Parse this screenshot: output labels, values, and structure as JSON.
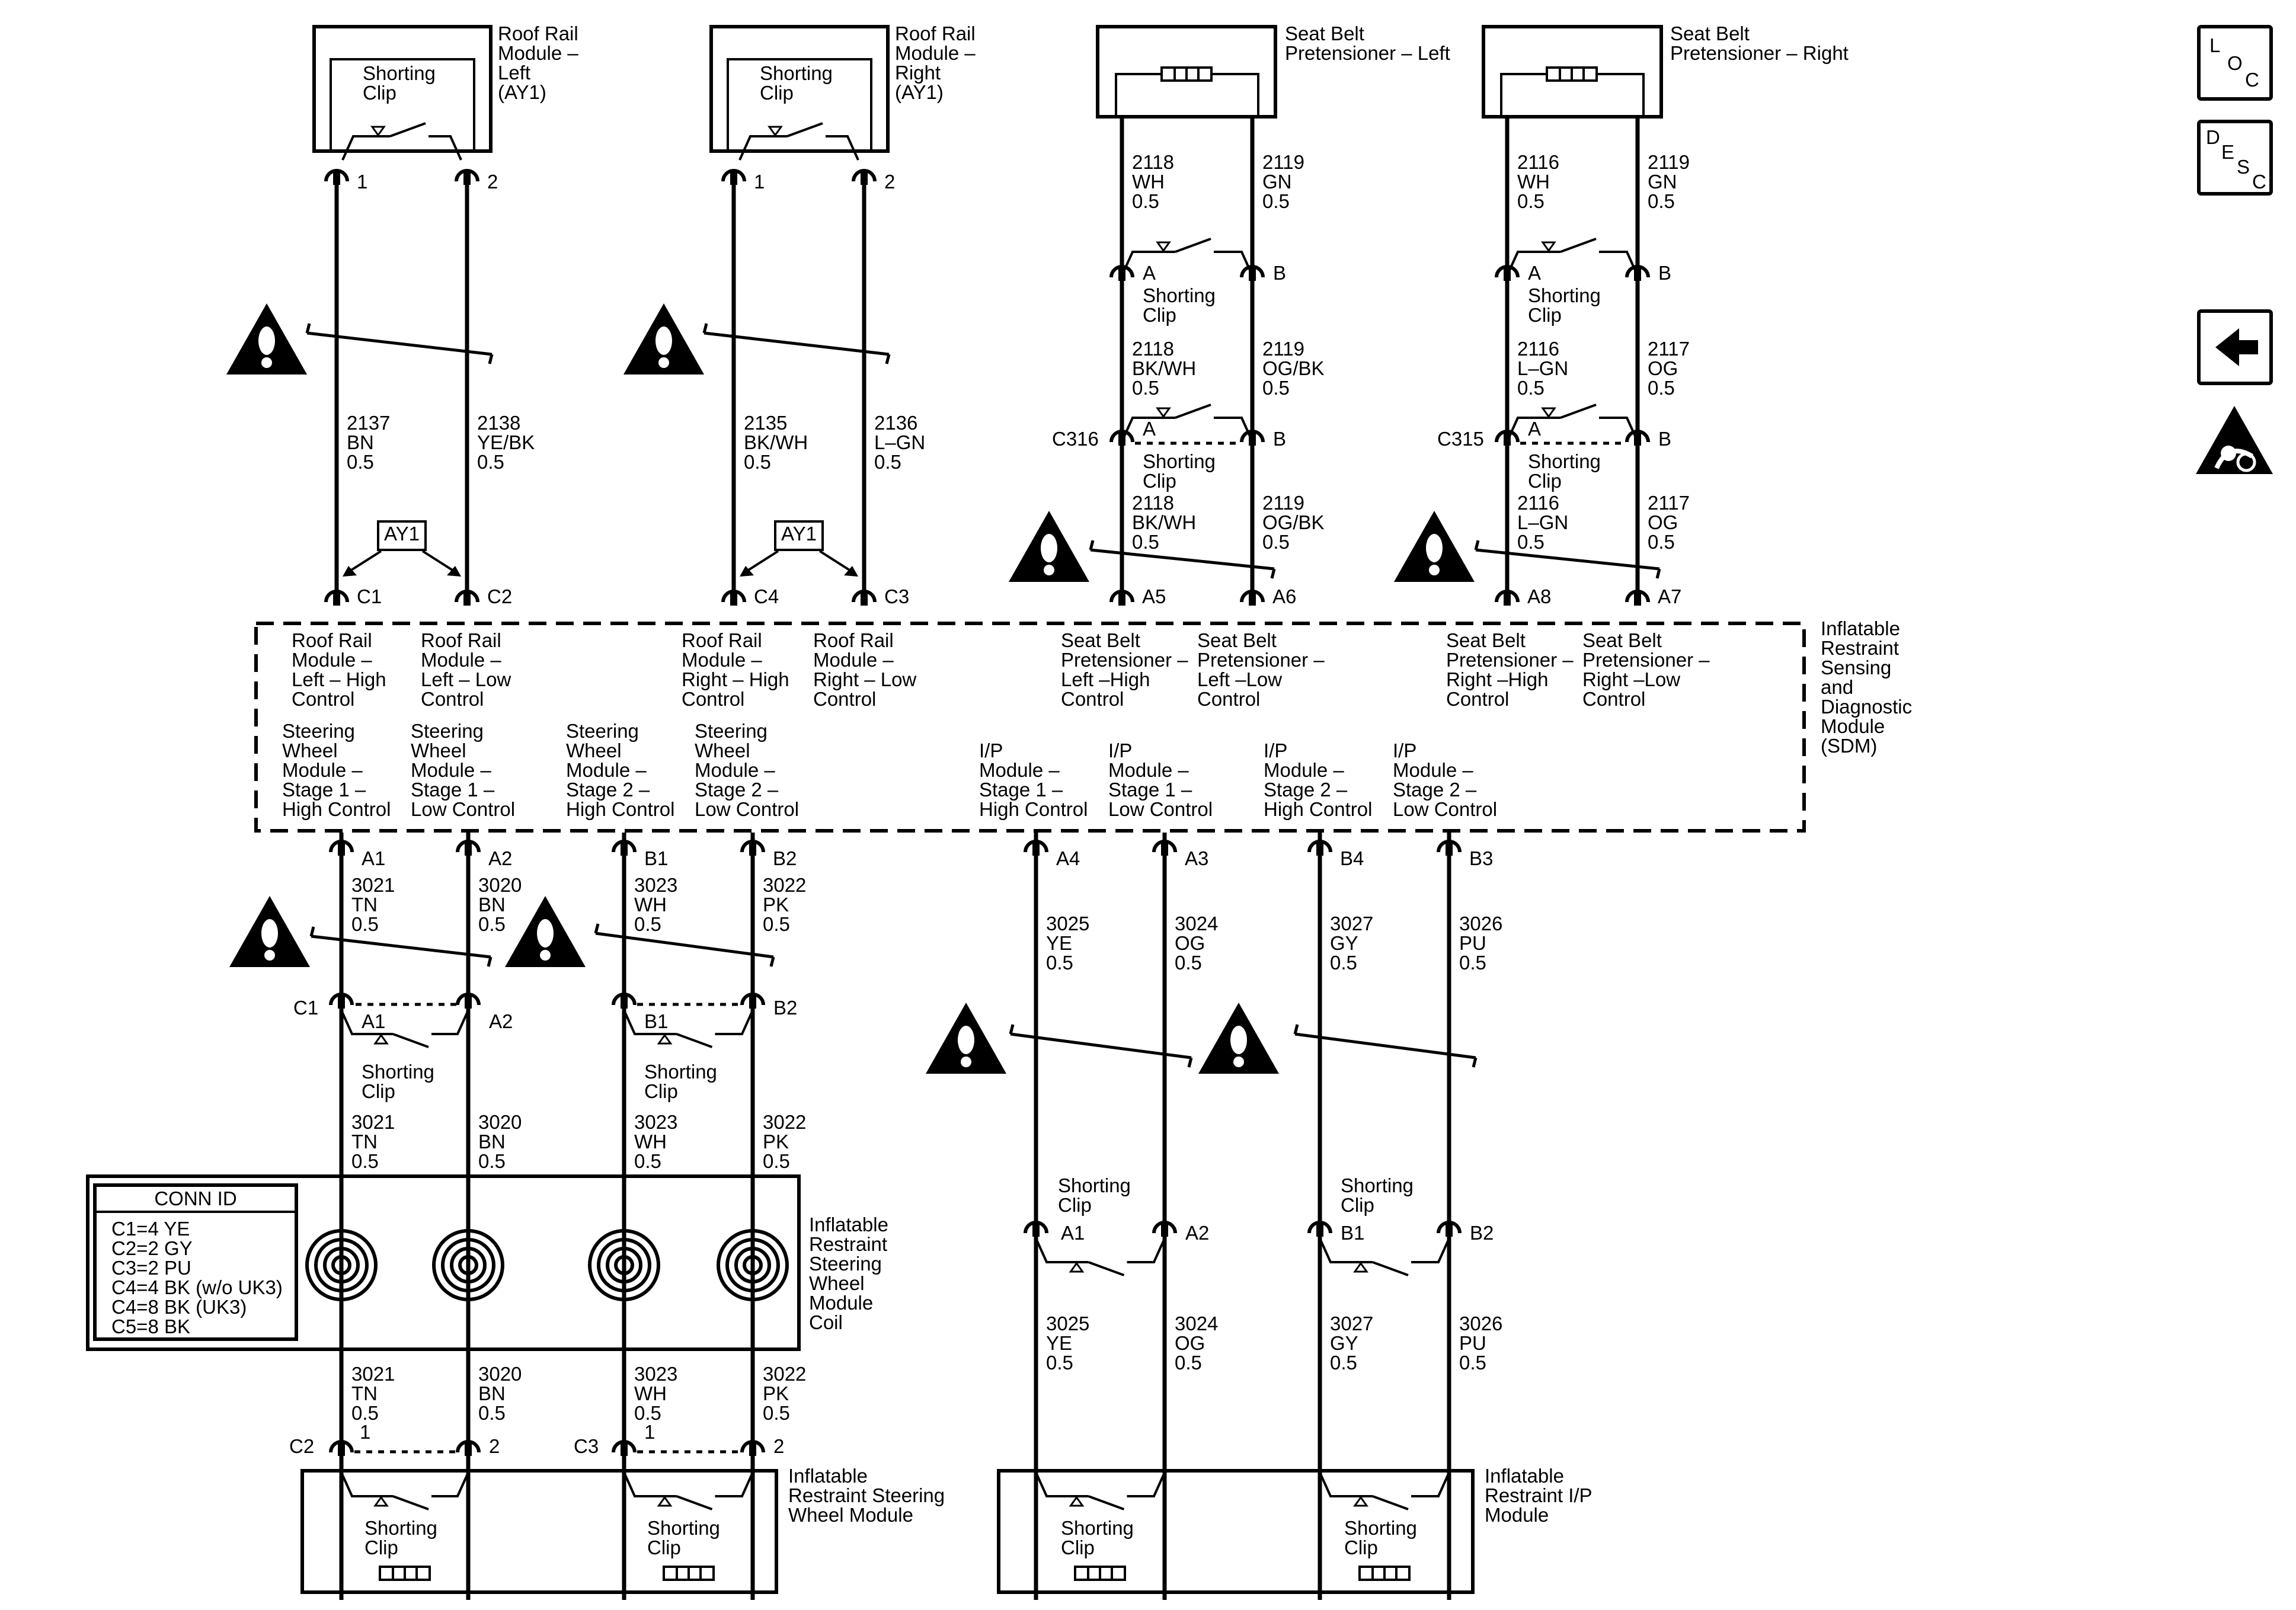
{
  "nav": {
    "loc": [
      "L",
      "O",
      "C"
    ],
    "desc": [
      "D",
      "E",
      "S",
      "C"
    ]
  },
  "comp": {
    "rr_left": "Roof Rail|Module –|Left|(AY1)",
    "rr_right": "Roof Rail|Module –|Right|(AY1)",
    "sb_left": "Seat Belt|Pretensioner – Left",
    "sb_right": "Seat Belt|Pretensioner – Right",
    "sdm": "Inflatable|Restraint|Sensing|and|Diagnostic|Module|(SDM)",
    "coil": "Inflatable|Restraint|Steering|Wheel|Module|Coil",
    "sw_module": "Inflatable|Restraint Steering|Wheel Module",
    "ip_module": "Inflatable|Restraint I/P|Module"
  },
  "shorting_clip": "Shorting|Clip",
  "conn": {
    "ay1": "AY1",
    "c316": "C316",
    "c315": "C315"
  },
  "conn_id": {
    "title": "CONN ID",
    "lines": [
      "C1=4 YE",
      "C2=2 GY",
      "C3=2 PU",
      "C4=4 BK (w/o UK3)",
      "C4=8 BK (UK3)",
      "C5=8 BK"
    ]
  },
  "sdm_labels": [
    "Roof Rail|Module –|Left – High|Control",
    "Roof Rail|Module –|Left – Low|Control",
    "Roof Rail|Module –|Right – High|Control",
    "Roof Rail|Module –|Right – Low|Control",
    "Seat Belt|Pretensioner –|Left –High|Control",
    "Seat Belt|Pretensioner –|Left –Low|Control",
    "Seat Belt|Pretensioner –|Right –High|Control",
    "Seat Belt|Pretensioner –|Right –Low|Control",
    "Steering|Wheel|Module –|Stage 1 –|High Control",
    "Steering|Wheel|Module –|Stage 1 –|Low Control",
    "Steering|Wheel|Module –|Stage 2 –|High Control",
    "Steering|Wheel|Module –|Stage 2 –|Low Control",
    "I/P|Module –|Stage 1 –|High Control",
    "I/P|Module –|Stage 1 –|Low Control",
    "I/P|Module –|Stage 2 –|High Control",
    "I/P|Module –|Stage 2 –|Low Control"
  ],
  "pins": {
    "rr_l1": "1",
    "rr_l2": "2",
    "rr_r1": "1",
    "rr_r2": "2",
    "sdm_c1": "C1",
    "sdm_c2": "C2",
    "sdm_c4": "C4",
    "sdm_c3": "C3",
    "sdm_a5": "A5",
    "sdm_a6": "A6",
    "sdm_a8": "A8",
    "sdm_a7": "A7",
    "sdm_a1": "A1",
    "sdm_a2": "A2",
    "sdm_b1": "B1",
    "sdm_b2": "B2",
    "sdm_a4": "A4",
    "sdm_a3": "A3",
    "sdm_b4": "B4",
    "sdm_b3": "B3",
    "sbl_a": "A",
    "sbl_b": "B",
    "sbr_a": "A",
    "sbr_b": "B",
    "c316_a": "A",
    "c316_b": "B",
    "c315_a": "A",
    "c315_b": "B",
    "c1": "C1",
    "c1_a1": "A1",
    "c1_a2": "A2",
    "c1_b1": "B1",
    "c1_b2": "B2",
    "ip_a1": "A1",
    "ip_a2": "A2",
    "ip_b1": "B1",
    "ip_b2": "B2",
    "c2": "C2",
    "c3": "C3",
    "c2_1": "1",
    "c2_2": "2",
    "c3_1": "1",
    "c3_2": "2"
  },
  "wires": {
    "w2137": "2137|BN|0.5",
    "w2138": "2138|YE/BK|0.5",
    "w2135": "2135|BK/WH|0.5",
    "w2136": "2136|L–GN|0.5",
    "w2118a": "2118|WH|0.5",
    "w2119a": "2119|GN|0.5",
    "w2118b": "2118|BK/WH|0.5",
    "w2119b": "2119|OG/BK|0.5",
    "w2118c": "2118|BK/WH|0.5",
    "w2119c": "2119|OG/BK|0.5",
    "w2116a": "2116|WH|0.5",
    "w2119d": "2119|GN|0.5",
    "w2116b": "2116|L–GN|0.5",
    "w2117b": "2117|OG|0.5",
    "w2116c": "2116|L–GN|0.5",
    "w2117c": "2117|OG|0.5",
    "w3021a": "3021|TN|0.5",
    "w3020a": "3020|BN|0.5",
    "w3023a": "3023|WH|0.5",
    "w3022a": "3022|PK|0.5",
    "w3021b": "3021|TN|0.5",
    "w3020b": "3020|BN|0.5",
    "w3023b": "3023|WH|0.5",
    "w3022b": "3022|PK|0.5",
    "w3021c": "3021|TN|0.5",
    "w3020c": "3020|BN|0.5",
    "w3023c": "3023|WH|0.5",
    "w3022c": "3022|PK|0.5",
    "w3025a": "3025|YE|0.5",
    "w3024a": "3024|OG|0.5",
    "w3027a": "3027|GY|0.5",
    "w3026a": "3026|PU|0.5",
    "w3025b": "3025|YE|0.5",
    "w3024b": "3024|OG|0.5",
    "w3027b": "3027|GY|0.5",
    "w3026b": "3026|PU|0.5"
  }
}
